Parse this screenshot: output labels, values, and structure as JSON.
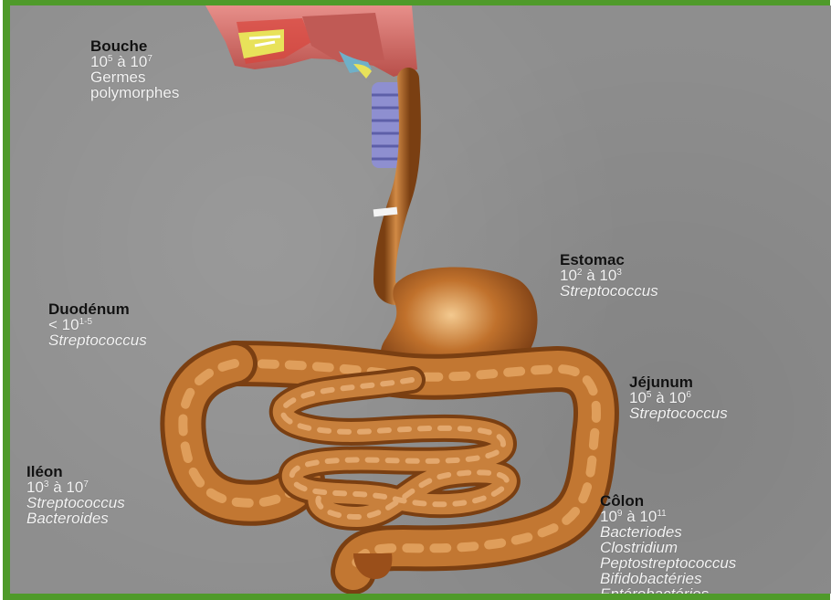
{
  "colors": {
    "frame": "#4f9a2a",
    "background": "#8e8e8e",
    "organ": "#c0712c",
    "organ_dark": "#7a3f12",
    "organ_light": "#e6a865",
    "trachea": "#8e8fd0",
    "label_heading": "#111111",
    "label_text": "#f4f4f4"
  },
  "labels": {
    "bouche": {
      "name": "Bouche",
      "range": {
        "base_a": "10",
        "exp_a": "5",
        "sep": " à ",
        "base_b": "10",
        "exp_b": "7"
      },
      "lines": [
        "Germes",
        "polymorphes"
      ]
    },
    "estomac": {
      "name": "Estomac",
      "range": {
        "base_a": "10",
        "exp_a": "2",
        "sep": " à ",
        "base_b": "10",
        "exp_b": "3"
      },
      "lines": [
        "Streptococcus"
      ]
    },
    "duodenum": {
      "name": "Duodénum",
      "range": {
        "prefix": "< ",
        "base": "10",
        "exp": "1-5"
      },
      "lines": [
        "Streptococcus"
      ]
    },
    "jejunum": {
      "name": "Jéjunum",
      "range": {
        "base_a": "10",
        "exp_a": "5",
        "sep": " à ",
        "base_b": "10",
        "exp_b": "6"
      },
      "lines": [
        "Streptococcus"
      ]
    },
    "ileon": {
      "name": "Iléon",
      "range": {
        "base_a": "10",
        "exp_a": "3",
        "sep": " à ",
        "base_b": "10",
        "exp_b": "7"
      },
      "lines": [
        "Streptococcus",
        "Bacteroides"
      ]
    },
    "colon": {
      "name": "Côlon",
      "range": {
        "base_a": "10",
        "exp_a": "9",
        "sep": " à ",
        "base_b": "10",
        "exp_b": "11"
      },
      "lines": [
        "Bacteriodes",
        "Clostridium",
        "Peptostreptococcus",
        "Bifidobactéries",
        "Entérobactéries"
      ]
    }
  }
}
